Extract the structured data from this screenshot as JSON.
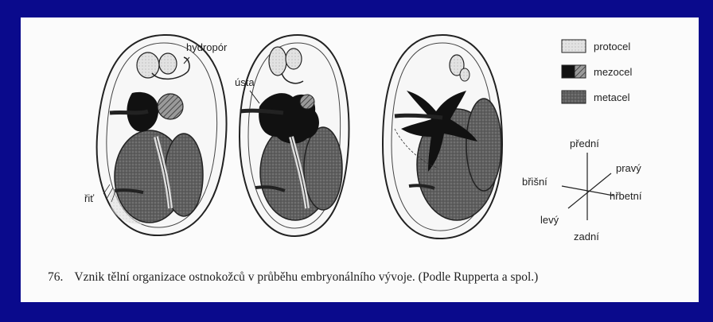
{
  "labels": {
    "hydropor": "hydropór",
    "usta": "ústa",
    "rit": "řiť"
  },
  "legend": [
    {
      "name": "protocel",
      "pattern": "light-stipple"
    },
    {
      "name": "mezocel",
      "pattern": "black-and-hatched"
    },
    {
      "name": "metacel",
      "pattern": "dark-stipple"
    }
  ],
  "axes": {
    "top": "přední",
    "bottom": "zadní",
    "left": "břišní",
    "right": "hřbetní",
    "upper_right": "pravý",
    "lower_left": "levý"
  },
  "caption": {
    "number": "76.",
    "text": "Vznik tělní organizace ostnokožců v průběhu embryonálního vývoje. (Podle Rupperta a spol.)"
  },
  "colors": {
    "background": "#0a0a8c",
    "paper": "#fbfbfb",
    "ink": "#222222"
  }
}
